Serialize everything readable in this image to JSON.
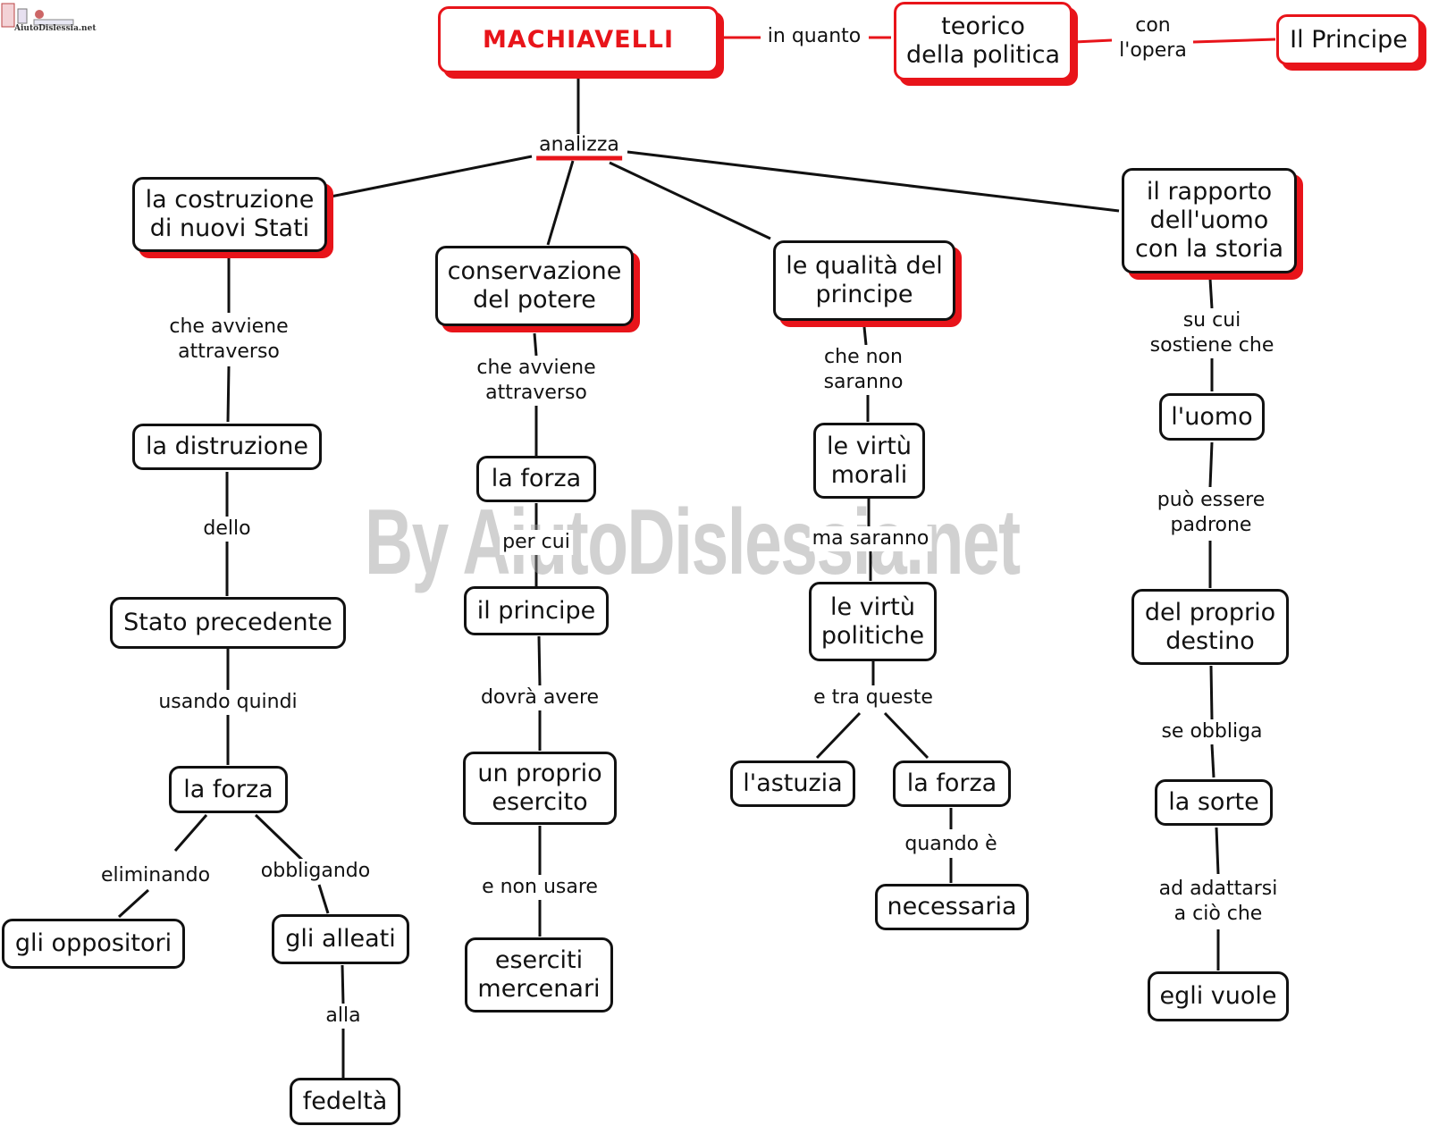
{
  "logo": {
    "text": "AiutoDislessia.net"
  },
  "watermark": "By AiutoDislessia.net",
  "nodes": {
    "machiavelli": "MACHIAVELLI",
    "teorico": "teorico\ndella politica",
    "principe_opera": "Il Principe",
    "costruzione": "la costruzione\ndi nuovi Stati",
    "conservazione": "conservazione\ndel potere",
    "qualita": "le qualità del\nprincipe",
    "rapporto": "il rapporto\ndell'uomo\ncon la storia",
    "distruzione": "la distruzione",
    "stato_precedente": "Stato precedente",
    "forza_1": "la forza",
    "oppositori": "gli oppositori",
    "alleati": "gli alleati",
    "fedelta": "fedeltà",
    "forza_2": "la forza",
    "il_principe": "il principe",
    "esercito": "un proprio\nesercito",
    "mercenari": "eserciti\nmercenari",
    "virtu_morali": "le virtù\nmorali",
    "virtu_politiche": "le virtù\npolitiche",
    "astuzia": "l'astuzia",
    "forza_3": "la forza",
    "necessaria": "necessaria",
    "uomo": "l'uomo",
    "destino": "del proprio\ndestino",
    "sorte": "la sorte",
    "vuole": "egli vuole"
  },
  "labels": {
    "in_quanto": "in quanto",
    "con_opera": "con\nl'opera",
    "analizza": "analizza",
    "avviene_1": "che avviene\nattraverso",
    "dello": "dello",
    "usando": "usando quindi",
    "eliminando": "eliminando",
    "obbligando": "obbligando",
    "alla": "alla",
    "avviene_2": "che avviene\nattraverso",
    "per_cui": "per cui",
    "dovra": "dovrà avere",
    "non_usare": "e non usare",
    "che_non": "che non\nsaranno",
    "ma_saranno": "ma saranno",
    "tra_queste": "e tra queste",
    "quando": "quando è",
    "su_cui": "su cui\nsostiene che",
    "puo_essere": "può essere\npadrone",
    "se_obbliga": "se obbliga",
    "adattarsi": "ad adattarsi\na ciò che"
  },
  "colors": {
    "accent": "#e8141a",
    "border": "#111111",
    "watermark": "#9a9a9a"
  }
}
